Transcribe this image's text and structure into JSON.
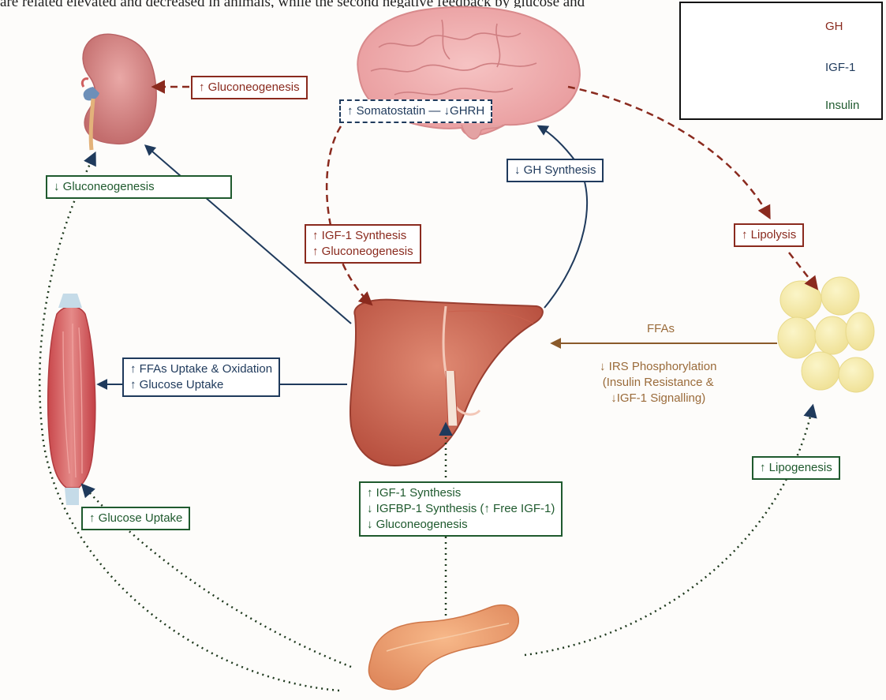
{
  "header_caption": "are related elevated and decreased in animals, while the second negative feedback by glucose and",
  "legend": {
    "items": [
      {
        "label": "GH",
        "color": "#8a2a1e"
      },
      {
        "label": "IGF-1",
        "color": "#1f3a5c"
      },
      {
        "label": "Insulin",
        "color": "#1f5a2e"
      }
    ]
  },
  "boxes": {
    "kidney_gluconeogenesis": [
      "↑ Gluconeogenesis"
    ],
    "somatostatin": [
      "↑ Somatostatin — ↓GHRH"
    ],
    "gh_synthesis": [
      "↓ GH Synthesis"
    ],
    "kidney_gluconeogenesis_down": [
      "↓ Gluconeogenesis"
    ],
    "liver_igf_synthesis": [
      "↑ IGF-1 Synthesis",
      "↑ Gluconeogenesis"
    ],
    "lipolysis": [
      "↑ Lipolysis"
    ],
    "muscle_uptake": [
      "↑ FFAs Uptake & Oxidation",
      "↑ Glucose Uptake"
    ],
    "lipogenesis": [
      "↑ Lipogenesis"
    ],
    "glucose_uptake": [
      "↑ Glucose Uptake"
    ],
    "pancreas_liver": [
      "↑ IGF-1 Synthesis",
      "↓ IGFBP-1 Synthesis (↑ Free IGF-1)",
      "↓ Gluconeogenesis"
    ]
  },
  "labels": {
    "ffas": "FFAs",
    "irs": [
      "↓ IRS Phosphorylation",
      "(Insulin Resistance &",
      "↓IGF-1 Signalling)"
    ]
  },
  "colors": {
    "gh": "#8a2a1e",
    "igf1": "#1f3a5c",
    "insulin": "#1f5a2e",
    "ffa": "#8a5a2a"
  },
  "organs": {
    "kidney": "kidney-icon",
    "brain": "brain-icon",
    "liver": "liver-icon",
    "muscle": "muscle-icon",
    "adipose": "adipose-cells-icon",
    "pancreas": "pancreas-icon"
  }
}
